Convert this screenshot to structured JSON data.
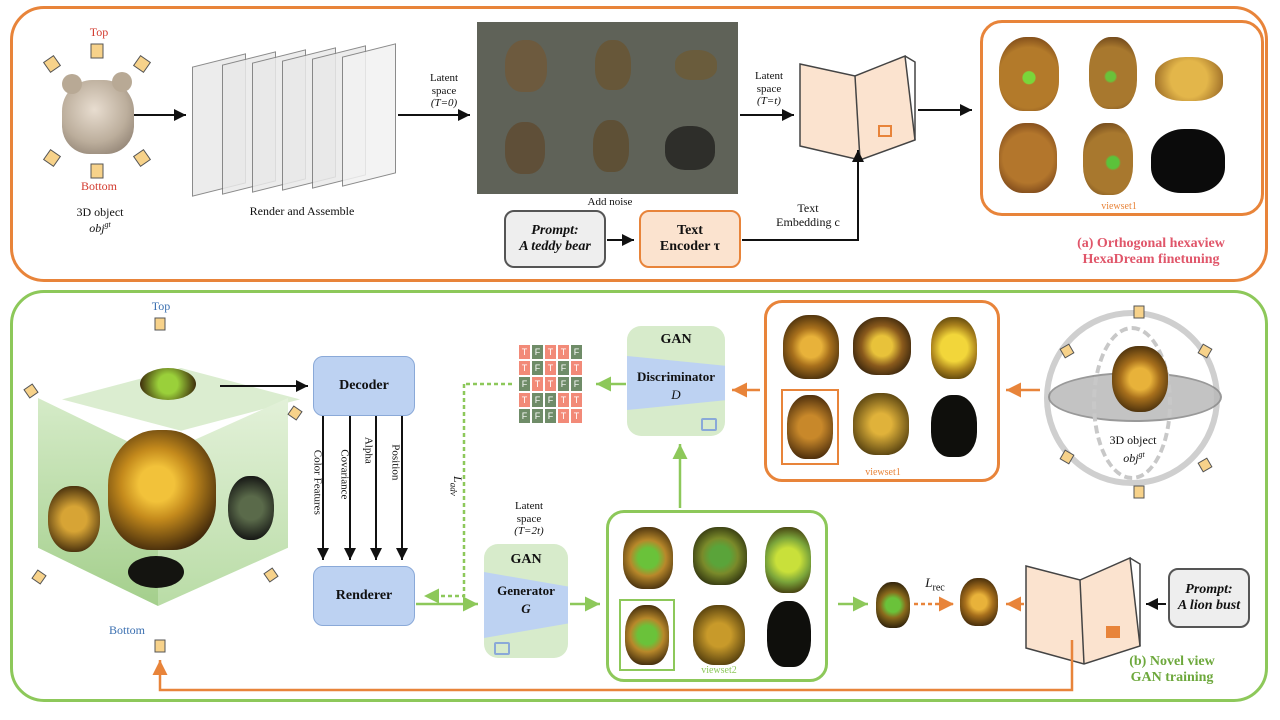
{
  "panel_a": {
    "caption_line1": "(a) Orthogonal hexaview",
    "caption_line2": "HexaDream finetuning",
    "cam_top": "Top",
    "cam_bottom": "Bottom",
    "object_label": "3D object",
    "object_var": "obj",
    "object_sup": "gt",
    "render_label": "Render and Assemble",
    "latent0": [
      "Latent",
      "space",
      "(T=0)"
    ],
    "add_noise": "Add noise",
    "latent_t": [
      "Latent",
      "space",
      "(T=t)"
    ],
    "hexadream": "HexaDream",
    "prompt_label": "Prompt:",
    "prompt_text": "A teddy bear",
    "encoder_line1": "Text",
    "encoder_line2": "Encoder τ",
    "text_embed": [
      "Text",
      "Embedding c"
    ],
    "viewset": "viewset1"
  },
  "panel_b": {
    "caption_line1": "(b) Novel view",
    "caption_line2": "GAN training",
    "cam_top": "Top",
    "cam_bottom": "Bottom",
    "decoder": "Decoder",
    "renderer": "Renderer",
    "features": [
      "Color Features",
      "Covariance",
      "Alpha",
      "Position"
    ],
    "l_adv": "L",
    "l_adv_sub": "adv",
    "latent2t": [
      "Latent",
      "space",
      "(T=2t)"
    ],
    "gen_title": "GAN",
    "gen_line1": "Generator",
    "gen_line2": "G",
    "disc_title": "GAN",
    "disc_line1": "Discriminator",
    "disc_line2": "D",
    "viewset1": "viewset1",
    "viewset2": "viewset2",
    "object_label": "3D object",
    "object_var": "obj",
    "object_sup": "gt",
    "l_rec": "L",
    "l_rec_sub": "rec",
    "hexadream": "HexaDream",
    "prompt_label": "Prompt:",
    "prompt_text": "A lion bust",
    "tf_grid": [
      [
        "T",
        "F",
        "T",
        "T",
        "F"
      ],
      [
        "T",
        "F",
        "T",
        "F",
        "T"
      ],
      [
        "F",
        "T",
        "T",
        "F",
        "F"
      ],
      [
        "T",
        "F",
        "F",
        "T",
        "T"
      ],
      [
        "F",
        "F",
        "F",
        "T",
        "T"
      ]
    ]
  },
  "colors": {
    "orange": "#E8843A",
    "green": "#8DC85A",
    "blue_box": "#BDD2F2",
    "light_green": "#D7EBCB",
    "tf_true": "#F28A78",
    "tf_false": "#6F8C68",
    "camera": "#F7D28A"
  }
}
